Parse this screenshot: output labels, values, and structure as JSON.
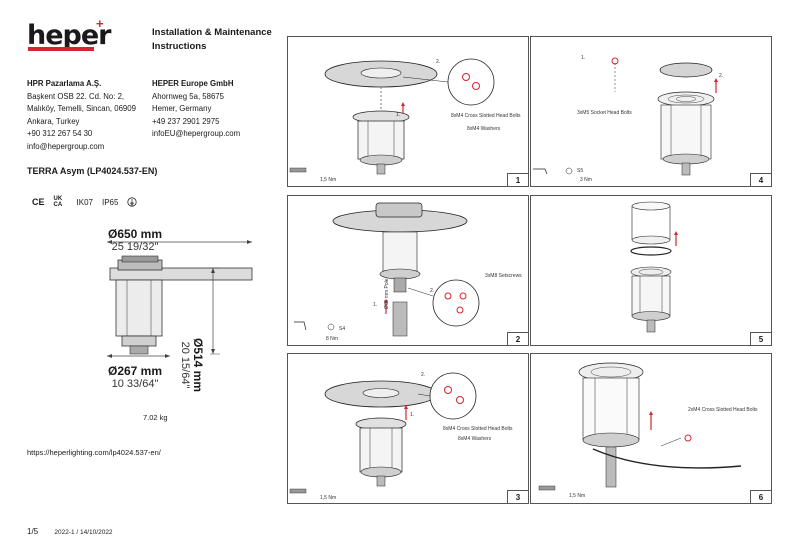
{
  "brand": {
    "logo": "heper",
    "accent": "#d6232f"
  },
  "doc_title": "Installation & Maintenance Instructions",
  "company_tr": {
    "name": "HPR Pazarlama A.Ş.",
    "lines": [
      "Başkent OSB 22. Cd. No: 2,",
      "Malıköy, Temelli, Sincan, 06909",
      "Ankara, Turkey",
      "+90 312 267 54 30",
      "info@hepergroup.com"
    ]
  },
  "company_eu": {
    "name": "HEPER Europe GmbH",
    "lines": [
      "Ahornweg 5a, 58675",
      "Hemer, Germany",
      "+49 237 2901 2975",
      "infoEU@hepergroup.com"
    ]
  },
  "product": "TERRA Asym (LP4024.537-EN)",
  "certs": {
    "ce": "CE",
    "ukca": "UK CA",
    "ik": "IK07",
    "ip": "IP65"
  },
  "dimensions": {
    "width_mm": "Ø650 mm",
    "width_in": "25 19/32\"",
    "height_mm": "Ø514 mm",
    "height_in": "20 15/64\"",
    "base_mm": "Ø267 mm",
    "base_in": "10 33/64\""
  },
  "weight": "7.02 kg",
  "url": "https://heperlighting.com/lp4024.537-en/",
  "footer": {
    "page": "1/5",
    "version": "2022-1 / 14/10/2022"
  },
  "steps": [
    {
      "num": "1",
      "label_a": "8xM4 Cross Slotted Head Bolts",
      "label_b": "8xM4 Washers",
      "torque": "1,5 Nm",
      "s1": "1.",
      "s2": "2."
    },
    {
      "num": "2",
      "label_a": "3xM8 Setscrews",
      "torque": "8 Nm",
      "tool": "S4",
      "pipe": "Ø60 mm Pole",
      "s1": "1.",
      "s2": "2."
    },
    {
      "num": "3",
      "label_a": "8xM4 Cross Slotted Head Bolts",
      "label_b": "8xM4 Washers",
      "torque": "1,5 Nm",
      "s1": "1.",
      "s2": "2."
    },
    {
      "num": "4",
      "label_a": "3xM5 Socket Head Bolts",
      "torque": "3 Nm",
      "tool": "S5",
      "s1": "1.",
      "s2": "2."
    },
    {
      "num": "5"
    },
    {
      "num": "6",
      "label_a": "2xM4 Cross Slotted Head Bolts",
      "torque": "1,5 Nm"
    }
  ]
}
